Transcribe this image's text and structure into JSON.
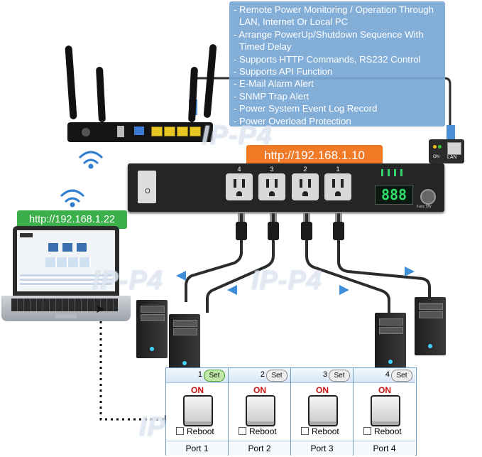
{
  "features": [
    "- Remote Power Monitoring / Operation Through",
    "  LAN, Internet Or Local PC",
    "- Arrange PowerUp/Shutdown Sequence With",
    "  Timed Delay",
    "- Supports HTTP Commands, RS232 Control",
    "- Supports API Function",
    "- E-Mail Alarm Alert",
    "- SNMP Trap Alert",
    "- Power System Event Log Record",
    "- Power Overload Protection"
  ],
  "urls": {
    "device": "http://192.168.1.10",
    "laptop": "http://192.168.1.22"
  },
  "watermark": "IP-P4",
  "pdu": {
    "outlet_numbers": [
      "4",
      "3",
      "2",
      "1"
    ],
    "display": "888",
    "func_label": "Func SW",
    "lan_label": "LAN",
    "on_label": "ON"
  },
  "ports": [
    {
      "num": "1",
      "set": "Set",
      "set_active": true,
      "on": "ON",
      "reboot": "Reboot",
      "label": "Port 1"
    },
    {
      "num": "2",
      "set": "Set",
      "set_active": false,
      "on": "ON",
      "reboot": "Reboot",
      "label": "Port 2"
    },
    {
      "num": "3",
      "set": "Set",
      "set_active": false,
      "on": "ON",
      "reboot": "Reboot",
      "label": "Port 3"
    },
    {
      "num": "4",
      "set": "Set",
      "set_active": false,
      "on": "ON",
      "reboot": "Reboot",
      "label": "Port 4"
    }
  ],
  "colors": {
    "feature_box": "#7aa8d6",
    "url_device": "#f07a26",
    "url_laptop": "#3bb04a",
    "cable": "#2c2c2c",
    "arrow": "#3f8fd8",
    "panel_border": "#6e9fc9"
  }
}
